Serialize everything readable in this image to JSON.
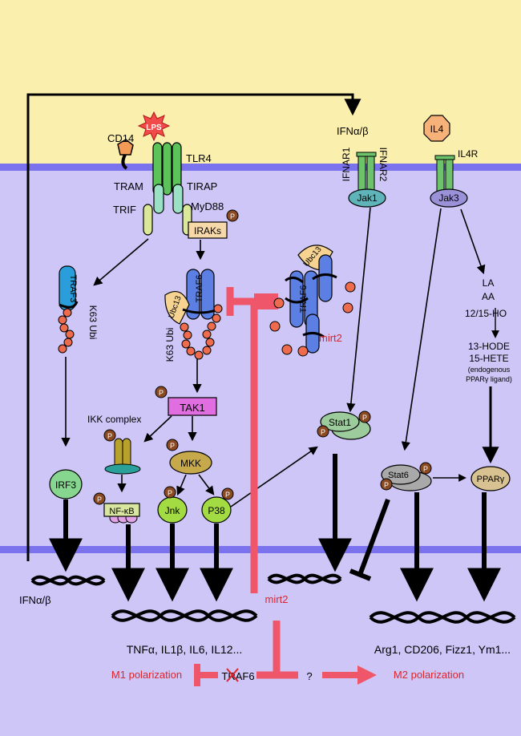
{
  "colors": {
    "extracellular": "#fbefae",
    "cytoplasm": "#cdc6f7",
    "membrane": "#7b73ee",
    "inhibition": "#f0566a",
    "phospho": "#7a3b1a",
    "ubiquitin": "#ee6b4d",
    "red_text": "#e0242c"
  },
  "labels": {
    "lps": "LPS",
    "cd14": "CD14",
    "tlr4": "TLR4",
    "tram": "TRAM",
    "tirap": "TIRAP",
    "trif": "TRIF",
    "myd88": "MyD88",
    "irakss": "IRAKs",
    "traf3": "TRAF3",
    "k63_ubi_left": "K63 Ubi",
    "traf6": "TRAF6",
    "ubc13": "Ubc13",
    "k63_ubi_mid": "K63 Ubi",
    "tak1": "TAK1",
    "ikk_complex": "IKK complex",
    "mkk": "MKK",
    "irf3": "IRF3",
    "nfkb": "NF-κB",
    "jnk": "Jnk",
    "p38": "P38",
    "ifn_top": "IFNα/β",
    "ifnar1": "IFNAR1",
    "ifnar2": "IFNAR2",
    "jak1": "Jak1",
    "il4": "IL4",
    "il4r": "IL4R",
    "jak3": "Jak3",
    "traf6_right": "TRAF6",
    "ubc13_right": "Ubc13",
    "mirt2_red": "mirt2",
    "stat1": "Stat1",
    "la": "LA",
    "aa": "AA",
    "ho": "12/15-HO",
    "hode": "13-HODE",
    "hete": "15-HETE",
    "ligand1": "(endogenous",
    "ligand2": "PPARγ ligand)",
    "stat6": "Stat6",
    "ppar": "PPARγ",
    "ifn_bottom": "IFNα/β",
    "mirt2_bottom": "mirt2",
    "m1_genes": "TNFα, IL1β, IL6, IL12...",
    "m2_genes": "Arg1, CD206, Fizz1, Ym1...",
    "m1_pol": "M1 polarization",
    "traf6_crossed": "TRAF6",
    "question": "?",
    "m2_pol": "M2 polarization",
    "p": "P"
  }
}
